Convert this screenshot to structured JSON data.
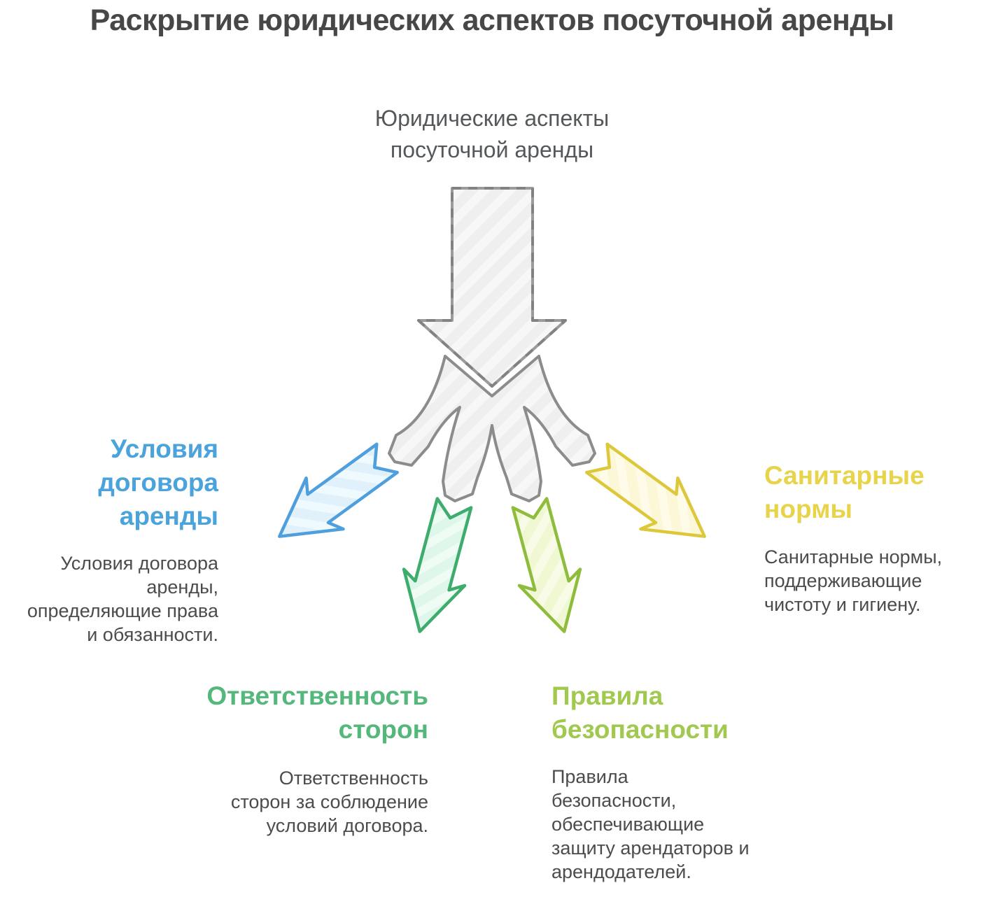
{
  "title": "Раскрытие юридических аспектов посуточной аренды",
  "center": {
    "label_lines": [
      "Юридические аспекты",
      "посуточной аренды"
    ]
  },
  "branches": [
    {
      "id": "contract-terms",
      "heading_lines": [
        "Условия",
        "договора",
        "аренды"
      ],
      "heading_color": "#4BA3DC",
      "body_lines": [
        "Условия договора",
        "аренды,",
        "определяющие права",
        "и обязанности."
      ],
      "arrow_direction": "down-left"
    },
    {
      "id": "liability",
      "heading_lines": [
        "Ответственность",
        "сторон"
      ],
      "heading_color": "#55B87B",
      "body_lines": [
        "Ответственность",
        "сторон за соблюдение",
        "условий договора."
      ],
      "arrow_direction": "down"
    },
    {
      "id": "safety-rules",
      "heading_lines": [
        "Правила",
        "безопасности"
      ],
      "heading_color": "#A2C94F",
      "body_lines": [
        "Правила",
        "безопасности,",
        "обеспечивающие",
        "защиту арендаторов и",
        "арендодателей."
      ],
      "arrow_direction": "down"
    },
    {
      "id": "sanitary-norms",
      "heading_lines": [
        "Санитарные",
        "нормы"
      ],
      "heading_color": "#E7D44B",
      "body_lines": [
        "Санитарные нормы,",
        "поддерживающие",
        "чистоту и гигиену."
      ],
      "arrow_direction": "down-right"
    }
  ],
  "palette": {
    "title_color": "#474747",
    "center_color": "#55585B",
    "body_color": "#4C4C4C",
    "gray_stroke": "#9B9B9B",
    "gray_dash": "#828282",
    "splitter_stroke": "#8C8C8C",
    "gray_fill": "#EFEFEF",
    "gray_stripe": "#F7F7F7",
    "blue_stroke": "#4F9FDD",
    "blue_fill": "#E0F1FB",
    "blue_stripe": "#EFFAFF",
    "green_stroke": "#3EAC6C",
    "green_fill": "#DFF7EA",
    "green_stripe": "#EEFCF4",
    "lime_stroke": "#8FBC3D",
    "lime_fill": "#F0F8D3",
    "lime_stripe": "#F8FCE6",
    "yellow_stroke": "#DDC83C",
    "yellow_fill": "#FCF7D7",
    "yellow_stripe": "#FEFBE9"
  }
}
